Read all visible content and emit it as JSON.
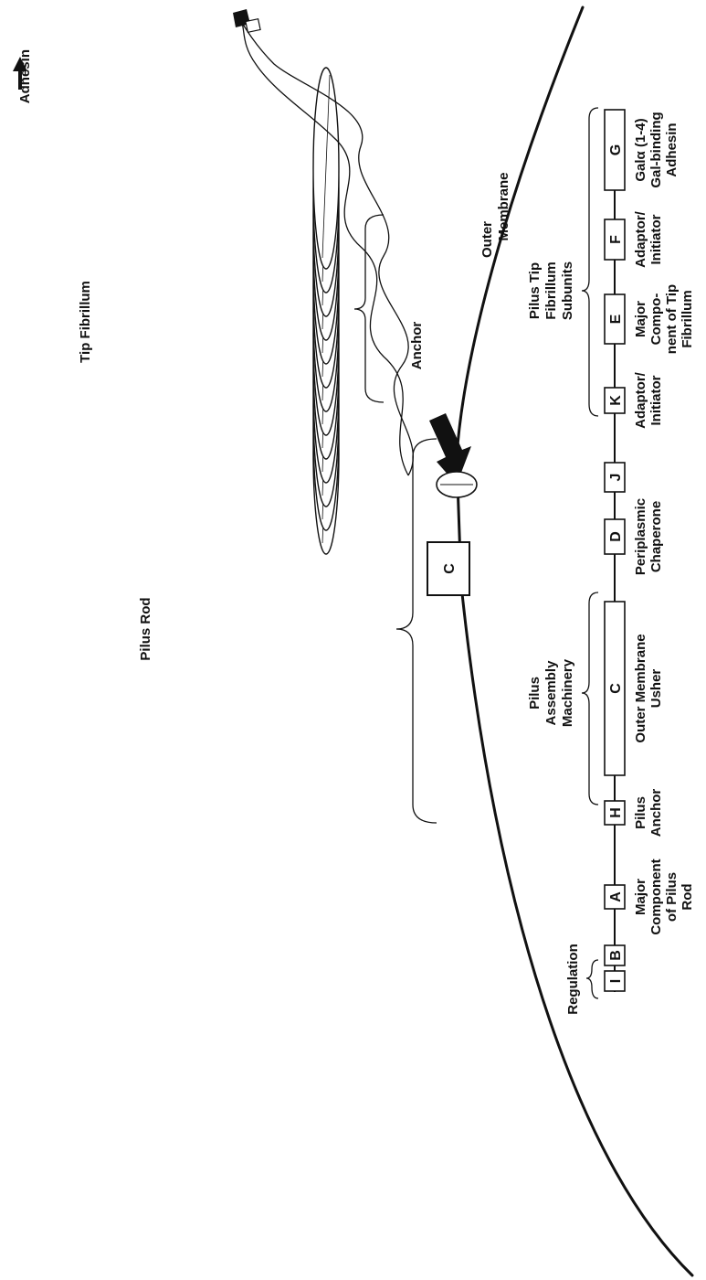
{
  "labels": {
    "adhesin": "Adhesin",
    "tip_fibrillum": "Tip Fibrillum",
    "pilus_rod": "Pilus Rod",
    "anchor": "Anchor",
    "outer_membrane": [
      "Outer",
      "Membrane"
    ],
    "usher_protein": "C"
  },
  "groups": {
    "regulation": "Regulation",
    "assembly": [
      "Pilus",
      "Assembly",
      "Machinery"
    ],
    "tip_subunits": [
      "Pilus Tip",
      "Fibrillum",
      "Subunits"
    ]
  },
  "genes": [
    {
      "letter": "I",
      "desc": []
    },
    {
      "letter": "B",
      "desc": []
    },
    {
      "letter": "A",
      "desc": [
        "Major",
        "Component",
        "of Pilus",
        "Rod"
      ]
    },
    {
      "letter": "H",
      "desc": [
        "Pilus",
        "Anchor"
      ]
    },
    {
      "letter": "C",
      "desc": [
        "Outer Membrane",
        "Usher"
      ]
    },
    {
      "letter": "D",
      "desc": [
        "Periplasmic",
        "Chaperone"
      ]
    },
    {
      "letter": "J",
      "desc": []
    },
    {
      "letter": "K",
      "desc": [
        "Adaptor/",
        "Initiator"
      ]
    },
    {
      "letter": "E",
      "desc": [
        "Major",
        "Compo-",
        "nent of Tip",
        "Fibrillum"
      ]
    },
    {
      "letter": "F",
      "desc": [
        "Adaptor/",
        "Initiator"
      ]
    },
    {
      "letter": "G",
      "desc": [
        "Galα (1-4)",
        "Gal-binding",
        "Adhesin"
      ]
    }
  ]
}
